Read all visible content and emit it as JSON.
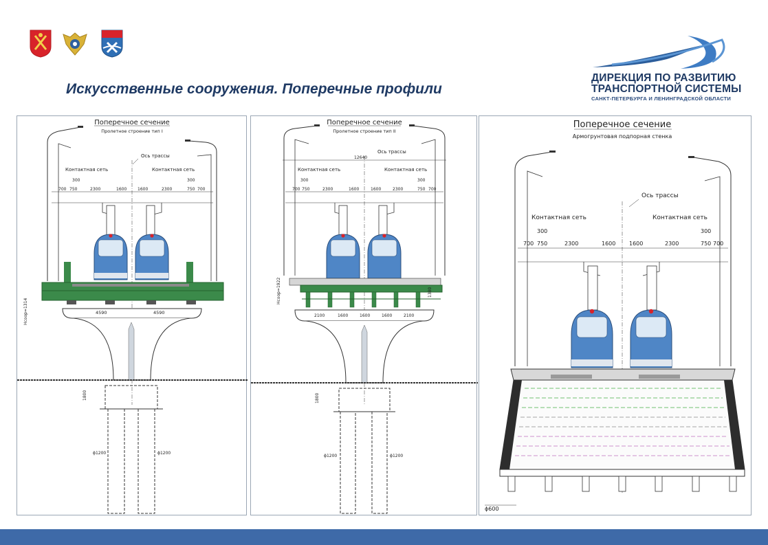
{
  "header": {
    "title": "Искусственные сооружения. Поперечные профили",
    "org_line_1": "ДИРЕКЦИЯ ПО РАЗВИТИЮ",
    "org_line_2": "ТРАНСПОРТНОЙ СИСТЕМЫ",
    "org_line_3": "САНКТ-ПЕТЕРБУРГА И ЛЕНИНГРАДСКОЙ ОБЛАСТИ",
    "crest_icons": [
      "spb-coat-of-arms-icon",
      "double-headed-eagle-icon",
      "leningrad-oblast-coat-of-arms-icon"
    ],
    "logo_icon": "transport-directorate-swoosh-icon"
  },
  "colors": {
    "title": "#1f3a64",
    "bottom_bar": "#3e6aa8",
    "steel": "#3b8a4a",
    "tram_body": "#4f86c6",
    "drawing_line": "#333333"
  },
  "panels": [
    {
      "heading": "Поперечное сечение",
      "subheading": "Пролетное строение тип I",
      "axis_label": "Ось трассы",
      "contact_left": "Контактная сеть",
      "contact_right": "Контактная сеть",
      "dims_top": [
        "300",
        "300",
        "700",
        "750",
        "2300",
        "1600",
        "1600",
        "2300",
        "750",
        "700"
      ],
      "dims_support": [
        "4590",
        "4590"
      ],
      "height_label": "Нсоор=1314",
      "foundation_depth": "1800",
      "pile_left": "ϕ1200",
      "pile_right": "ϕ1200"
    },
    {
      "heading": "Поперечное сечение",
      "subheading": "Пролетное строение тип II",
      "axis_label": "Ось трассы",
      "overall_width": "12640",
      "contact_left": "Контактная сеть",
      "contact_right": "Контактная сеть",
      "dims_top": [
        "300",
        "300",
        "700",
        "750",
        "2300",
        "1600",
        "1600",
        "2300",
        "750",
        "700"
      ],
      "dims_support": [
        "2100",
        "1600",
        "1600",
        "1600",
        "2100"
      ],
      "height_label": "Нсоор=1922",
      "side_height": "1380",
      "foundation_depth": "1800",
      "pile_left": "ϕ1200",
      "pile_right": "ϕ1200"
    },
    {
      "heading": "Поперечное сечение",
      "subheading": "Армогрунтовая подпорная стенка",
      "axis_label": "Ось трассы",
      "contact_left": "Контактная сеть",
      "contact_right": "Контактная сеть",
      "dims_top": [
        "300",
        "300",
        "700",
        "750",
        "2300",
        "1600",
        "1600",
        "2300",
        "750",
        "700"
      ],
      "pile_label": "ϕ600"
    }
  ]
}
